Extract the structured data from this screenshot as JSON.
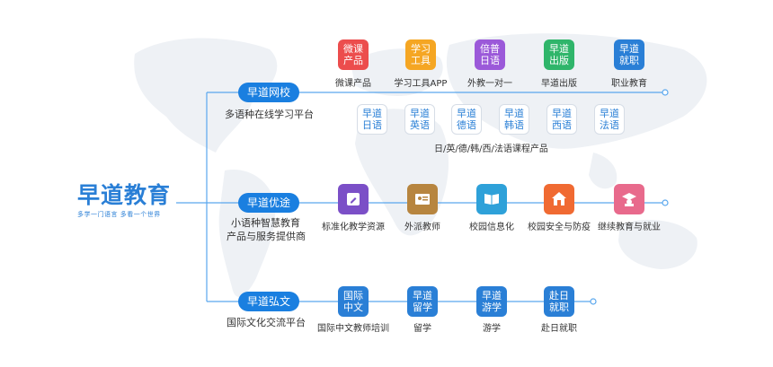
{
  "logo": {
    "main": "早道教育",
    "sub": "多学一门语言 多看一个世界"
  },
  "branches": [
    {
      "name": "早道网校",
      "desc": "多语种在线学习平台"
    },
    {
      "name": "早道优途",
      "desc_line1": "小语种智慧教育",
      "desc_line2": "产品与服务提供商"
    },
    {
      "name": "早道弘文",
      "desc": "国际文化交流平台"
    }
  ],
  "row1": [
    {
      "icon": "微课\n产品",
      "label": "微课产品",
      "color": "#ec4d4d"
    },
    {
      "icon": "学习\n工具",
      "label": "学习工具APP",
      "color": "#f5a623"
    },
    {
      "icon": "倍普\n日语",
      "label": "外教一对一",
      "color": "#9b59d9"
    },
    {
      "icon": "早道\n出版",
      "label": "早道出版",
      "color": "#2fb56a"
    },
    {
      "icon": "早道\n就职",
      "label": "职业教育",
      "color": "#2a7fd6"
    }
  ],
  "flags": [
    {
      "icon": "早道\n日语"
    },
    {
      "icon": "早道\n英语"
    },
    {
      "icon": "早道\n德语"
    },
    {
      "icon": "早道\n韩语"
    },
    {
      "icon": "早道\n西语"
    },
    {
      "icon": "早道\n法语"
    }
  ],
  "flags_label": "日/英/德/韩/西/法语课程产品",
  "row2": [
    {
      "label": "标准化教学资源",
      "color": "#7b4fc7",
      "icon": "edit-icon"
    },
    {
      "label": "外派教师",
      "color": "#b7853f",
      "icon": "teacher-icon"
    },
    {
      "label": "校园信息化",
      "color": "#2ea1d9",
      "icon": "book-icon"
    },
    {
      "label": "校园安全与防疫",
      "color": "#f06a32",
      "icon": "home-icon"
    },
    {
      "label": "继续教育与就业",
      "color": "#e86a8c",
      "icon": "graduate-icon"
    }
  ],
  "row3": [
    {
      "icon": "国际\n中文",
      "label": "国际中文教师培训"
    },
    {
      "icon": "早道\n留学",
      "label": "留学"
    },
    {
      "icon": "早道\n游学",
      "label": "游学"
    },
    {
      "icon": "赴日\n就职",
      "label": "赴日就职"
    }
  ]
}
